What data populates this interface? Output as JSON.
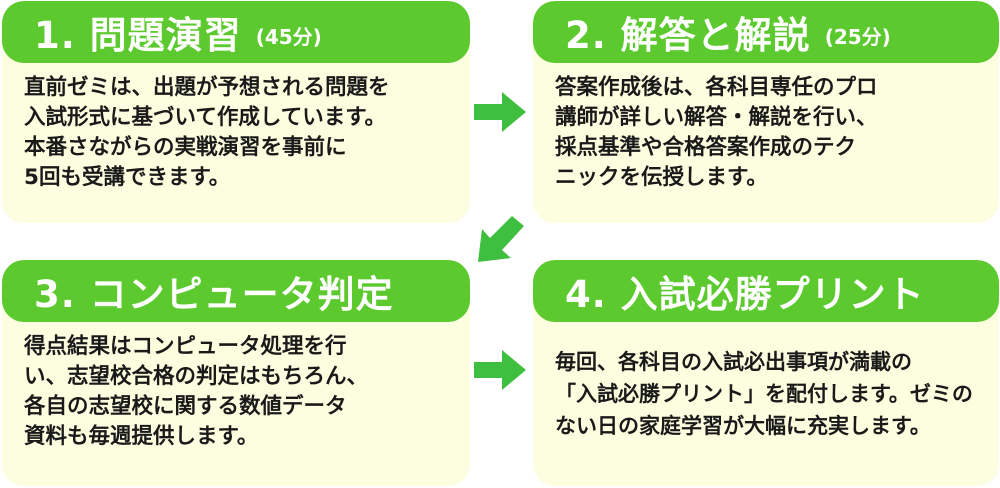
{
  "steps": [
    {
      "title": "1. 問題演習",
      "duration": "(45分)",
      "lines": [
        "直前ゼミは、出題が予想される問題を",
        "入試形式に基づいて作成しています。",
        "本番さながらの実戦演習を事前に",
        "5回も受講できます。"
      ]
    },
    {
      "title": "2. 解答と解説",
      "duration": "(25分)",
      "lines": [
        "答案作成後は、各科目専任のプロ",
        "講師が詳しい解答・解説を行い、",
        "採点基準や合格答案作成のテク",
        "ニックを伝授します。"
      ]
    },
    {
      "title": "3. コンピュータ判定",
      "duration": "",
      "lines": [
        "得点結果はコンピュータ処理を行",
        "い、志望校合格の判定はもちろん、",
        "各自の志望校に関する数値データ",
        "資料も毎週提供します。"
      ]
    },
    {
      "title": "4. 入試必勝プリント",
      "duration": "",
      "lines": [
        "毎回、各科目の入試必出事項が満載の",
        "「入試必勝プリント」を配付します。ゼミの",
        "ない日の家庭学習が大幅に充実します。"
      ]
    }
  ],
  "arrows": [
    {
      "icon": "arrow-right-icon"
    },
    {
      "icon": "arrow-down-left-icon"
    },
    {
      "icon": "arrow-right-icon"
    }
  ],
  "colors": {
    "header_green": "#5cc92e",
    "card_background": "#fdfde0",
    "arrow_green": "#3fbf3f",
    "body_text": "#1a1a1a"
  }
}
